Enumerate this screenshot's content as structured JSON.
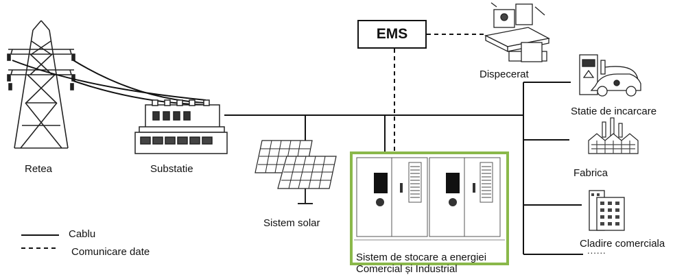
{
  "diagram": {
    "nodes": {
      "retea": "Retea",
      "substatie": "Substatie",
      "sistem_solar": "Sistem solar",
      "ems": "EMS",
      "dispecerat": "Dispecerat",
      "statie_incarcare": "Statie de incarcare",
      "fabrica": "Fabrica",
      "cladire_comerciala": "Cladire comerciala",
      "more": "......",
      "storage_line1": "Sistem de stocare a energiei",
      "storage_line2": "Comercial și Industrial"
    },
    "legend": {
      "cable": "Cablu",
      "data": "Comunicare date"
    },
    "icons": [
      "transmission-tower-icon",
      "substation-icon",
      "solar-panel-icon",
      "energy-storage-cabinet-icon",
      "dispatch-desk-icon",
      "charging-station-icon",
      "factory-icon",
      "office-building-icon"
    ],
    "colors": {
      "storage_frame": "#8ab84a",
      "line": "#111111"
    }
  }
}
